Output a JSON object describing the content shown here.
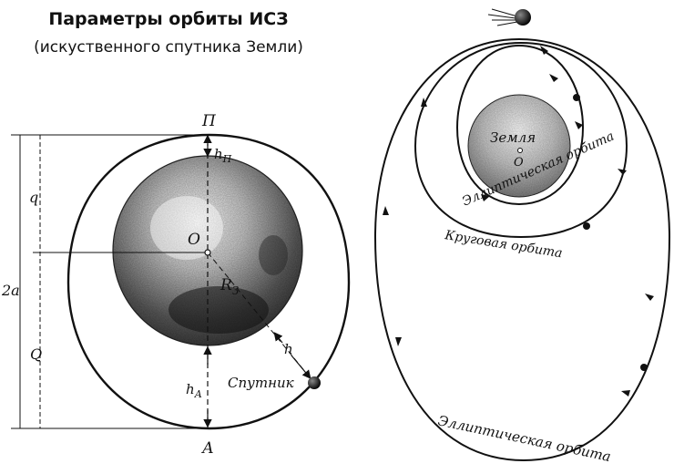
{
  "header": {
    "title": "Параметры орбиты ИСЗ",
    "subtitle": "(искуственного спутника Земли)"
  },
  "left_diagram": {
    "perigee": "П",
    "apogee": "А",
    "center": "О",
    "radius": "R",
    "radius_sub": "З",
    "h_perigee": "h",
    "h_perigee_sub": "П",
    "h_apogee": "h",
    "h_apogee_sub": "А",
    "altitude": "h",
    "q": "q",
    "Q": "Q",
    "major_axis": "2a",
    "satellite": "Спутник"
  },
  "right_diagram": {
    "earth_label": "Земля",
    "center": "О",
    "inner_orbit": "Эллиптическая орбита",
    "circular_orbit": "Круговая орбита",
    "outer_orbit": "Эллиптическая орбита"
  }
}
